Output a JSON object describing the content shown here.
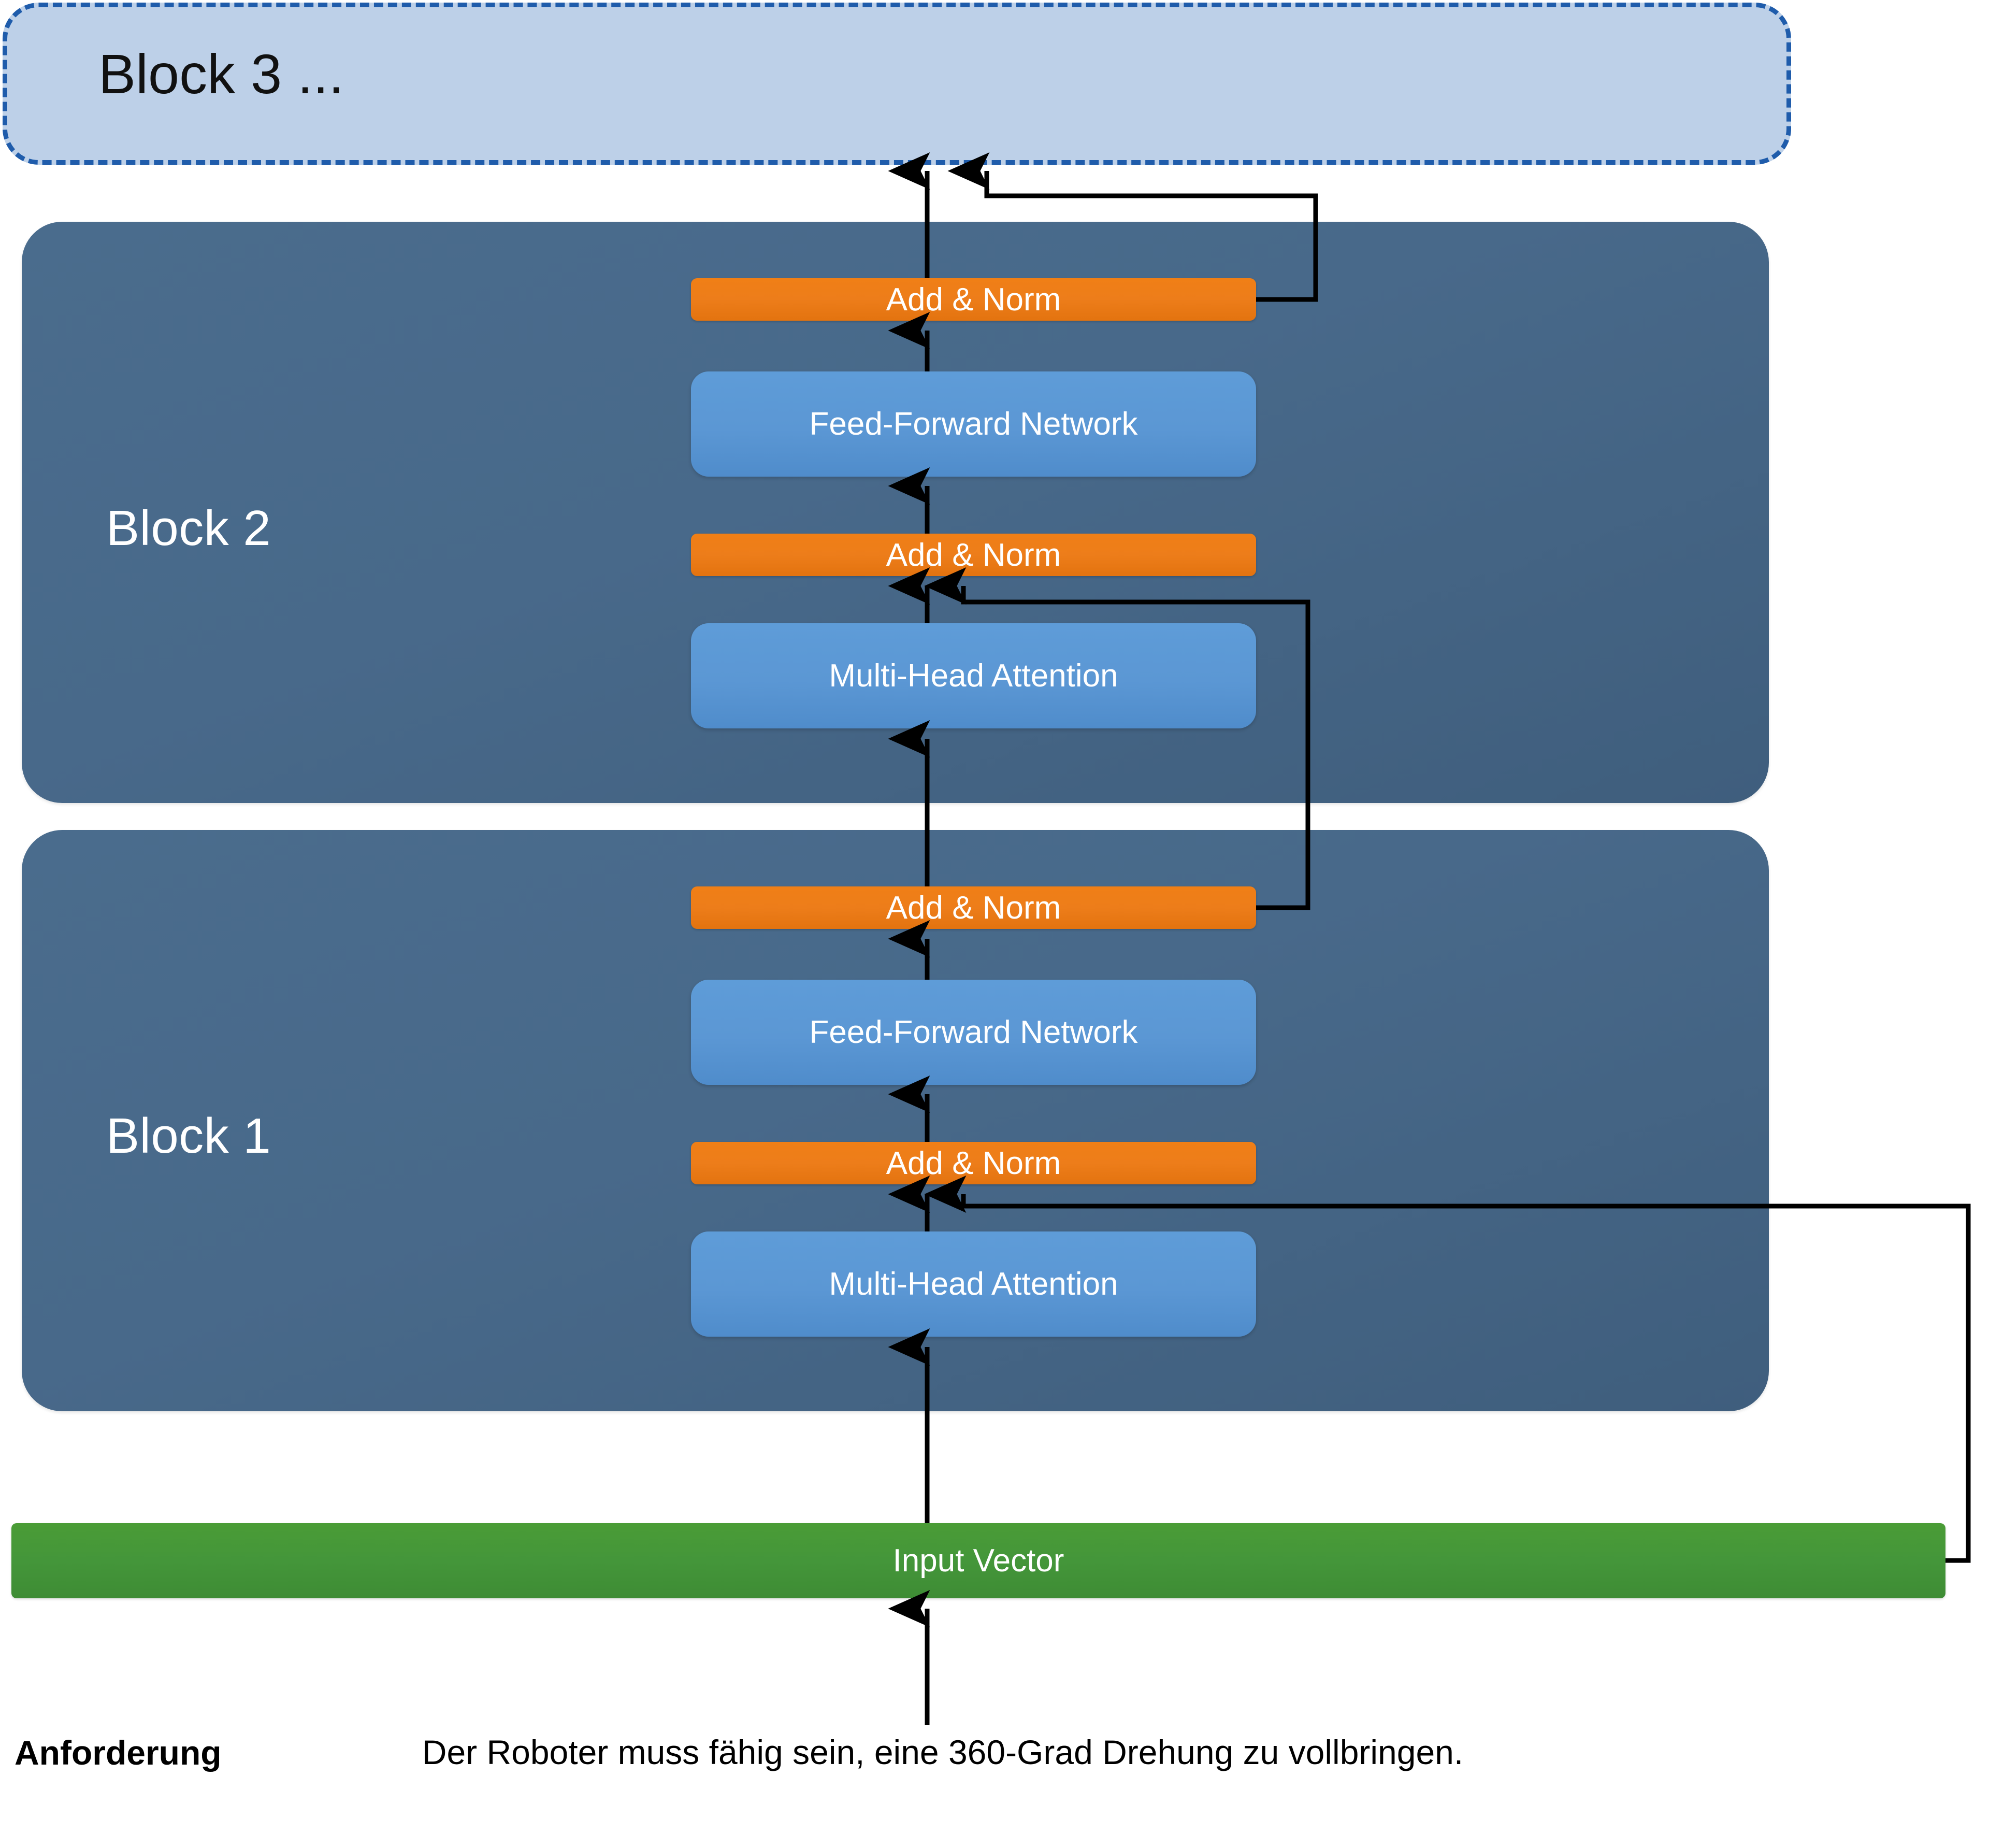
{
  "diagram": {
    "title": "Transformer block stack with residual connections",
    "colors": {
      "block_fill": "#48698a",
      "block3_fill": "#bdd0e8",
      "block3_border": "#1f5cab",
      "add_norm": "#ed7d1a",
      "sublayer": "#5b97d4",
      "input_vector": "#44963a",
      "arrow": "#000000",
      "canvas": "#ffffff"
    },
    "blocks": [
      {
        "id": "block3",
        "label": "Block 3 ...",
        "style": "dashed-placeholder"
      },
      {
        "id": "block2",
        "label": "Block 2",
        "style": "solid",
        "sublayers": [
          {
            "id": "b2-add-norm-top",
            "label": "Add & Norm",
            "kind": "add-norm"
          },
          {
            "id": "b2-ffn",
            "label": "Feed-Forward Network",
            "kind": "sublayer"
          },
          {
            "id": "b2-add-norm-bottom",
            "label": "Add & Norm",
            "kind": "add-norm"
          },
          {
            "id": "b2-mha",
            "label": "Multi-Head Attention",
            "kind": "sublayer"
          }
        ]
      },
      {
        "id": "block1",
        "label": "Block 1",
        "style": "solid",
        "sublayers": [
          {
            "id": "b1-add-norm-top",
            "label": "Add & Norm",
            "kind": "add-norm"
          },
          {
            "id": "b1-ffn",
            "label": "Feed-Forward Network",
            "kind": "sublayer"
          },
          {
            "id": "b1-add-norm-bottom",
            "label": "Add & Norm",
            "kind": "add-norm"
          },
          {
            "id": "b1-mha",
            "label": "Multi-Head Attention",
            "kind": "sublayer"
          }
        ]
      }
    ],
    "input": {
      "id": "input-vector",
      "label": "Input Vector"
    },
    "caption": {
      "label": "Anforderung",
      "text": "Der Roboter muss fähig sein, eine 360-Grad Drehung zu vollbringen."
    },
    "connections": [
      {
        "from": "requirement-text",
        "to": "input-vector",
        "kind": "arrow"
      },
      {
        "from": "input-vector",
        "to": "b1-mha",
        "kind": "arrow"
      },
      {
        "from": "input-vector-right",
        "to": "b1-add-norm-bottom",
        "kind": "residual"
      },
      {
        "from": "b1-mha",
        "to": "b1-add-norm-bottom",
        "kind": "arrow"
      },
      {
        "from": "b1-add-norm-bottom",
        "to": "b1-ffn",
        "kind": "arrow"
      },
      {
        "from": "b1-ffn",
        "to": "b1-add-norm-top",
        "kind": "arrow"
      },
      {
        "from": "b1-add-norm-top-right",
        "to": "b2-add-norm-bottom",
        "kind": "residual"
      },
      {
        "from": "b1-add-norm-top",
        "to": "b2-mha",
        "kind": "arrow"
      },
      {
        "from": "b2-mha",
        "to": "b2-add-norm-bottom",
        "kind": "arrow"
      },
      {
        "from": "b2-add-norm-bottom",
        "to": "b2-ffn",
        "kind": "arrow"
      },
      {
        "from": "b2-ffn",
        "to": "b2-add-norm-top",
        "kind": "arrow"
      },
      {
        "from": "b2-add-norm-top",
        "to": "block3",
        "kind": "arrow"
      },
      {
        "from": "b2-add-norm-top-right",
        "to": "block3",
        "kind": "residual"
      }
    ]
  }
}
